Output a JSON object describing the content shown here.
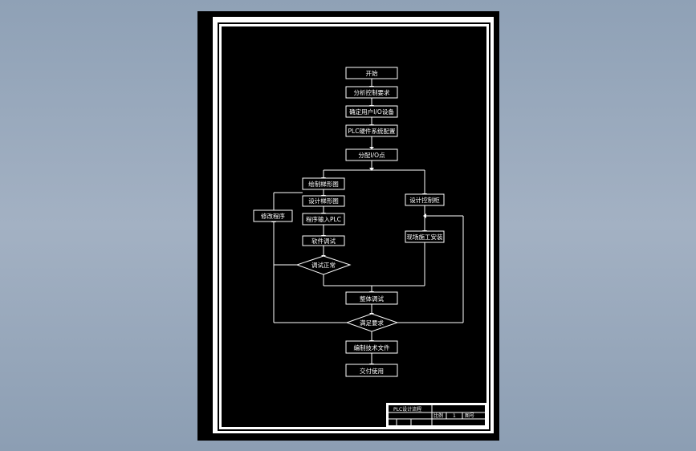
{
  "flowchart": {
    "nodes": [
      {
        "id": "start",
        "label": "开始"
      },
      {
        "id": "analyze",
        "label": "分析控制要求"
      },
      {
        "id": "io",
        "label": "确定用户I/O设备"
      },
      {
        "id": "plc",
        "label": "PLC硬件系统配置"
      },
      {
        "id": "assign",
        "label": "分配I/O点"
      },
      {
        "id": "ladder",
        "label": "绘制梯形图"
      },
      {
        "id": "program",
        "label": "设计梯形图"
      },
      {
        "id": "input",
        "label": "程序输入PLC"
      },
      {
        "id": "sim",
        "label": "软件调试"
      },
      {
        "id": "modify",
        "label": "修改程序"
      },
      {
        "id": "cabinet",
        "label": "设计控制柜"
      },
      {
        "id": "install",
        "label": "现场施工安装"
      },
      {
        "id": "debug_ok",
        "label": "调试正常"
      },
      {
        "id": "joint",
        "label": "整体调试"
      },
      {
        "id": "meet",
        "label": "满足要求"
      },
      {
        "id": "docs",
        "label": "编制技术文件"
      },
      {
        "id": "use",
        "label": "交付使用"
      }
    ]
  },
  "title_block": {
    "name": "PLC设计流程",
    "cells": [
      "比例",
      "1",
      "图号"
    ]
  }
}
